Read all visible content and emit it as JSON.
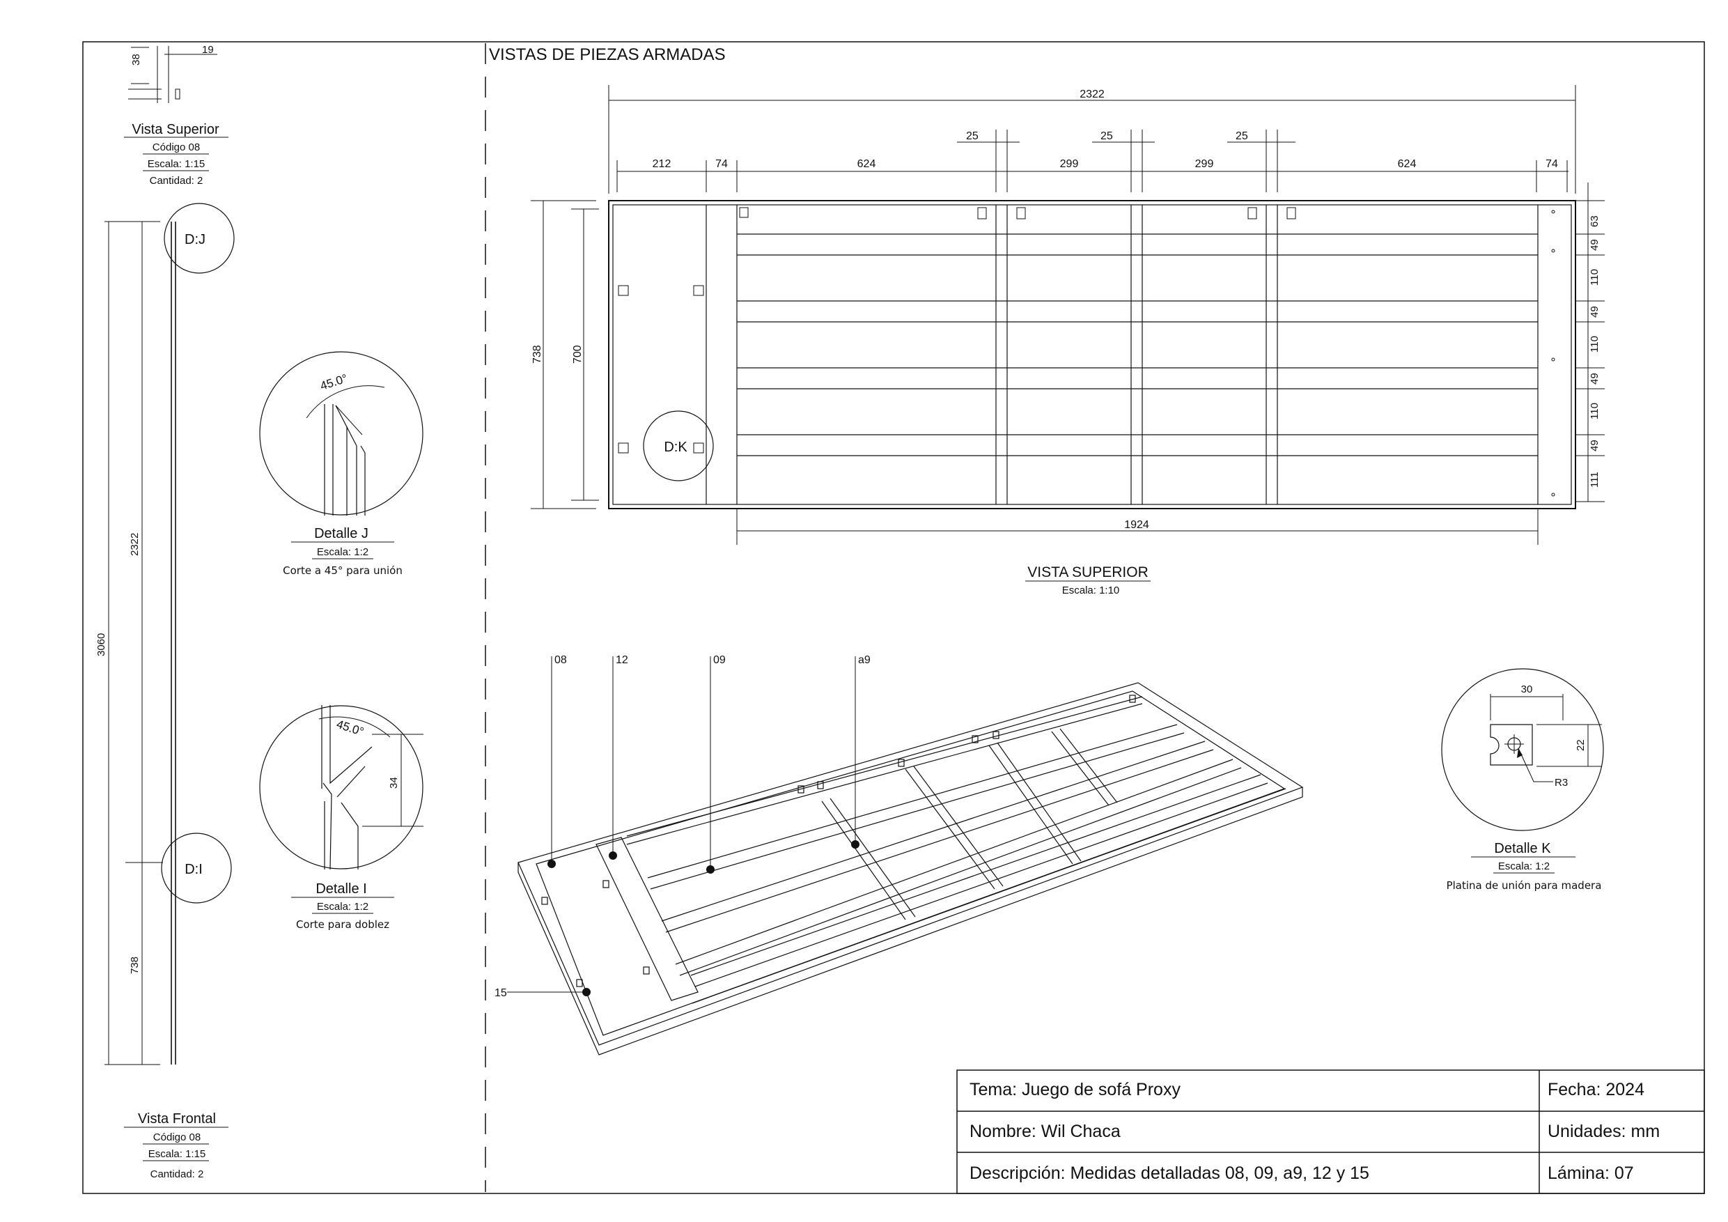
{
  "sheet_title": "VISTAS DE PIEZAS ARMADAS",
  "left_top": {
    "dims": [
      "38",
      "19"
    ],
    "title": "Vista Superior",
    "code": "Código 08",
    "scale": "Escala: 1:15",
    "qty": "Cantidad: 2"
  },
  "left_front": {
    "title": "Vista Frontal",
    "code": "Código 08",
    "scale": "Escala: 1:15",
    "qty": "Cantidad: 2",
    "dims": [
      "2322",
      "3060",
      "738"
    ],
    "bubble_j": "D:J",
    "bubble_i": "D:I"
  },
  "detail_j": {
    "angle": "45.0°",
    "title": "Detalle J",
    "scale": "Escala: 1:2",
    "note": "Corte a 45° para unión"
  },
  "detail_i": {
    "angle": "45.0°",
    "dim": "34",
    "title": "Detalle I",
    "scale": "Escala: 1:2",
    "note": "Corte para doblez"
  },
  "top_view": {
    "overall": "2322",
    "gaps": [
      "25",
      "25",
      "25"
    ],
    "segments": [
      "212",
      "74",
      "624",
      "299",
      "299",
      "624",
      "74"
    ],
    "height_outer": "738",
    "height_inner": "700",
    "bottom": "1924",
    "right": [
      "63",
      "49",
      "110",
      "49",
      "110",
      "49",
      "110",
      "49",
      "111"
    ],
    "bubble_k": "D:K",
    "title": "VISTA SUPERIOR",
    "scale": "Escala:  1:10"
  },
  "iso": {
    "labels": [
      "08",
      "12",
      "09",
      "a9",
      "15"
    ]
  },
  "detail_k": {
    "dims": [
      "30",
      "22",
      "R3"
    ],
    "title": "Detalle K",
    "scale": "Escala: 1:2",
    "note": "Platina de unión para madera"
  },
  "title_block": {
    "tema": "Tema: Juego de sofá Proxy",
    "fecha": "Fecha: 2024",
    "nombre": "Nombre: Wil Chaca",
    "unidades": "Unidades: mm",
    "descripcion": "Descripción: Medidas detalladas 08, 09, a9, 12 y 15",
    "lamina": "Lámina: 07"
  }
}
